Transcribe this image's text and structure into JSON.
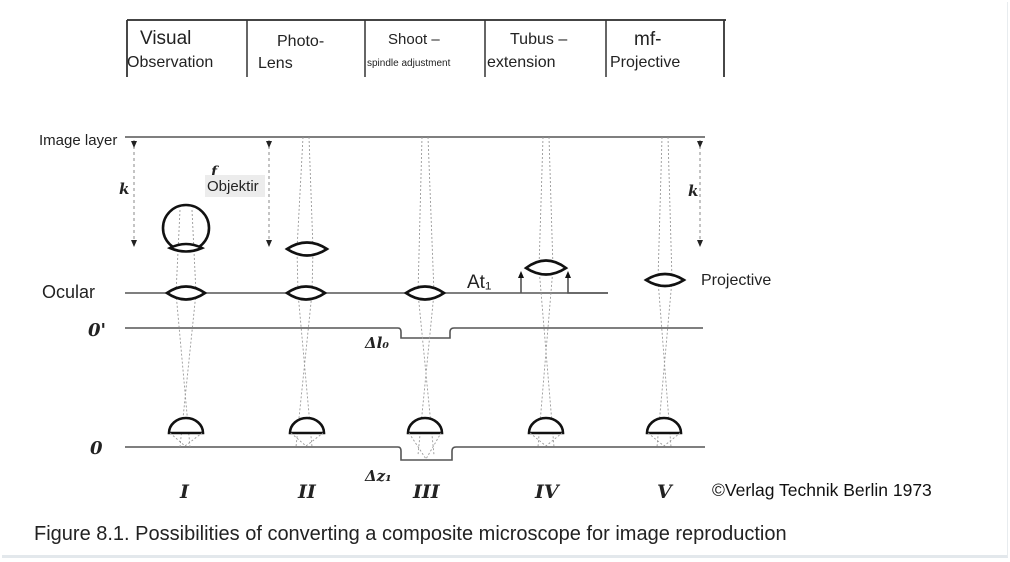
{
  "header_columns": [
    {
      "line1": "Visual",
      "line2": "Observation"
    },
    {
      "line1": "Photo-",
      "line2": "Lens"
    },
    {
      "line1": "Shoot –",
      "line2": "spindle adjustment"
    },
    {
      "line1": "Tubus –",
      "line2": "extension"
    },
    {
      "line1": "mf-",
      "line2": "Projective"
    }
  ],
  "labels": {
    "image_layer": "Image layer",
    "k_left": "k",
    "k_right": "k",
    "f": "f",
    "objektir": "Objektir",
    "ocular": "Ocular",
    "o_prime": "0'",
    "o": "0",
    "delta_l0": "Δl₀",
    "delta_z1": "Δz₁",
    "at1": "At₁",
    "projective": "Projective"
  },
  "variants": [
    "I",
    "II",
    "III",
    "IV",
    "V"
  ],
  "copyright": "©Verlag Technik Berlin 1973",
  "caption": "Figure 8.1. Possibilities of converting a composite microscope for image reproduction"
}
